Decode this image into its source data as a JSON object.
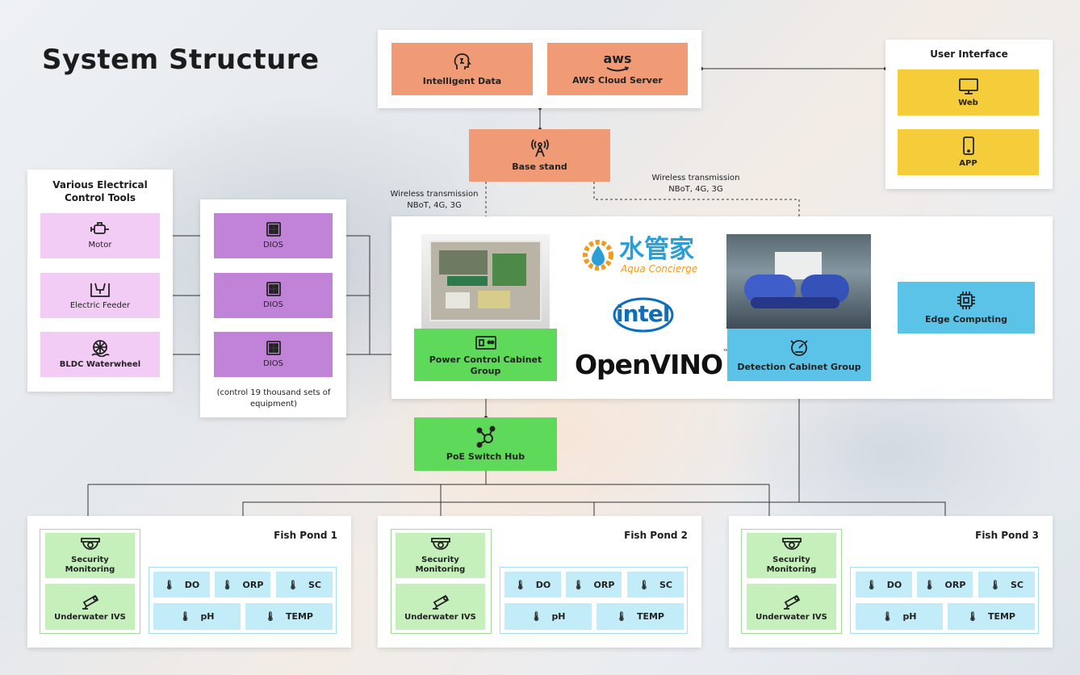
{
  "title": "System Structure",
  "cloud": {
    "intelligent_data": "Intelligent Data",
    "aws_logo": "aws",
    "aws_server": "AWS Cloud Server",
    "base_stand": "Base stand"
  },
  "user_interface": {
    "title": "User Interface",
    "web": "Web",
    "app": "APP"
  },
  "tools": {
    "title": "Various Electrical Control Tools",
    "motor": "Motor",
    "feeder": "Electric Feeder",
    "waterwheel": "BLDC Waterwheel"
  },
  "dios": {
    "label": "DIOS",
    "note": "(control 19 thousand sets of equipment)"
  },
  "wireless": {
    "line1": "Wireless transmission",
    "line2": "NBoT, 4G, 3G"
  },
  "center": {
    "power_cabinet": "Power Control Cabinet Group",
    "detection_cabinet": "Detection Cabinet Group",
    "edge_computing": "Edge Computing",
    "poe_hub": "PoE Switch Hub",
    "aqua_cn": "水管家",
    "aqua_en": "Aqua Concierge",
    "intel": "intel",
    "openvino": "OpenVINO",
    "tm": "™"
  },
  "ponds": [
    {
      "name": "Fish Pond 1"
    },
    {
      "name": "Fish Pond 2"
    },
    {
      "name": "Fish Pond 3"
    }
  ],
  "pond_labels": {
    "security": "Security Monitoring",
    "underwater": "Underwater IVS",
    "do": "DO",
    "orp": "ORP",
    "sc": "SC",
    "ph": "pH",
    "temp": "TEMP"
  },
  "colors": {
    "orange": "#f09a76",
    "yellow": "#f5cd3a",
    "violet": "#c183d8",
    "light_violet": "#f3ccf5",
    "green": "#5fd95a",
    "light_green": "#c5efbb",
    "blue": "#5bc3e8",
    "light_cyan": "#c2ecf7",
    "intel_blue": "#0b6fbd",
    "aqua_orange": "#f29a1d",
    "aqua_blue": "#2a9fd6"
  }
}
